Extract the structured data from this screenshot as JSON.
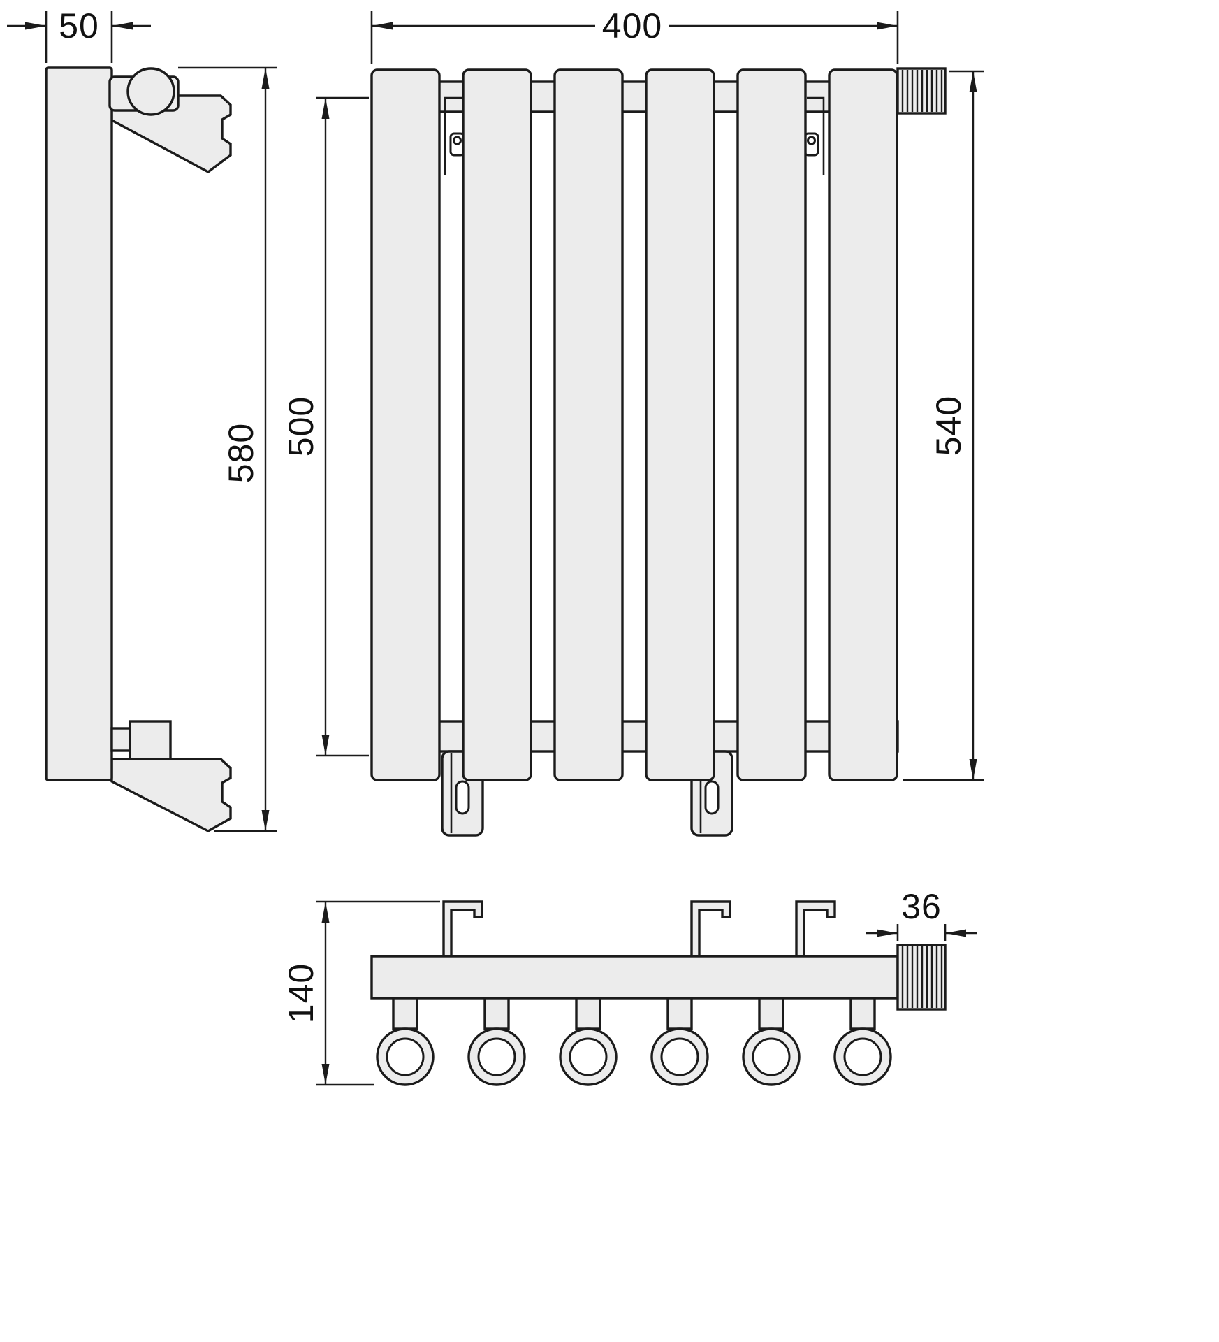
{
  "drawing": {
    "dimensions": {
      "d50": "50",
      "d400": "400",
      "d580": "580",
      "d500": "500",
      "d540": "540",
      "d36": "36",
      "d140": "140"
    },
    "colors": {
      "outline": "#1b1b1b",
      "fill": "#ececec",
      "background": "#ffffff"
    }
  }
}
